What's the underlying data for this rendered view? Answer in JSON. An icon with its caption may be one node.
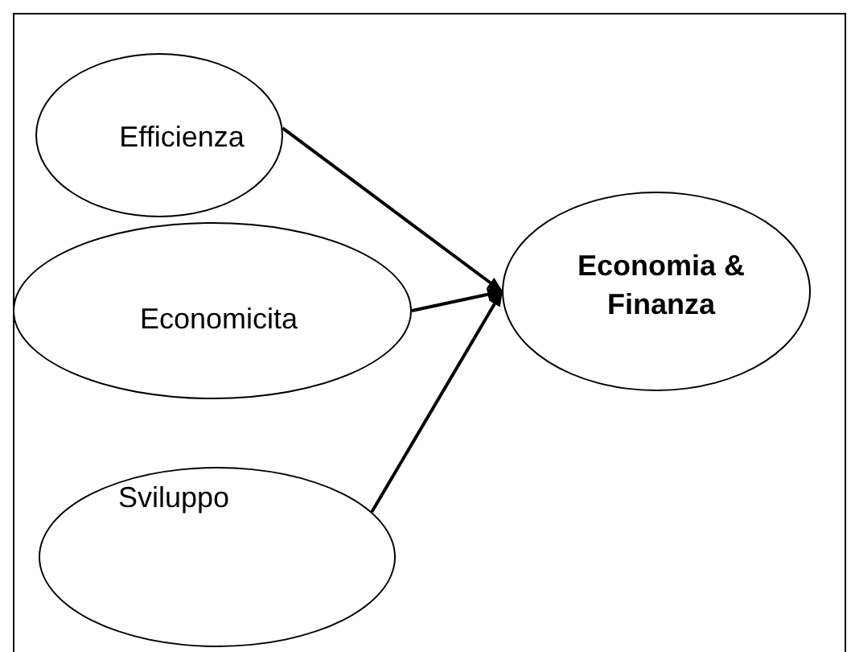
{
  "diagram": {
    "nodes": [
      {
        "text": [
          "Efficienza"
        ]
      },
      {
        "text": [
          "Economicita"
        ]
      },
      {
        "text": [
          "Sviluppo"
        ]
      },
      {
        "text": [
          "Economia & Finanza"
        ]
      }
    ],
    "edges": [
      {
        "from": 0,
        "to": 3,
        "arrow": "to"
      },
      {
        "from": 1,
        "to": 3,
        "arrow": "to"
      },
      {
        "from": 2,
        "to": 3,
        "arrow": "to"
      }
    ]
  }
}
